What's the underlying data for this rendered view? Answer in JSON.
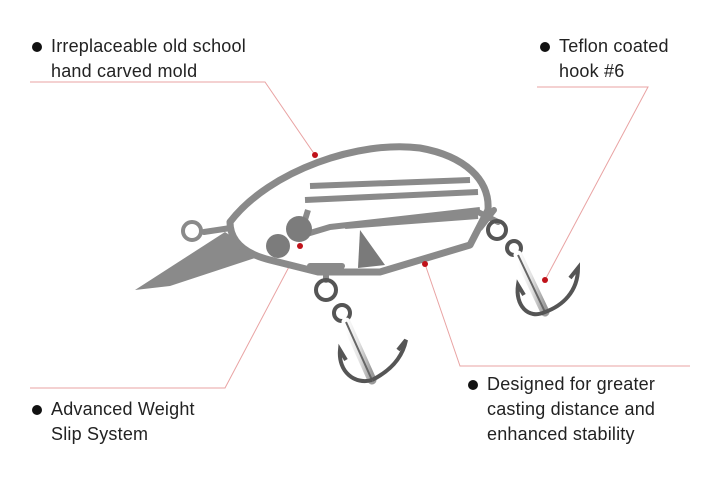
{
  "callouts": {
    "mold": {
      "line1": "Irreplaceable old school",
      "line2": "hand carved mold"
    },
    "hook": {
      "line1": "Teflon coated",
      "line2": "hook #6"
    },
    "weight": {
      "line1": "Advanced Weight",
      "line2": "Slip System"
    },
    "stability": {
      "line1": "Designed for greater",
      "line2": "casting distance and",
      "line3": "enhanced stability"
    }
  },
  "colors": {
    "outline": "#8a8a8a",
    "leader": "#e9a3a3",
    "marker": "#c0121a",
    "text": "#222222"
  },
  "icons": [
    "lure-body",
    "diving-lip",
    "tow-eye",
    "weight-balls",
    "treble-hook-front",
    "treble-hook-rear"
  ]
}
